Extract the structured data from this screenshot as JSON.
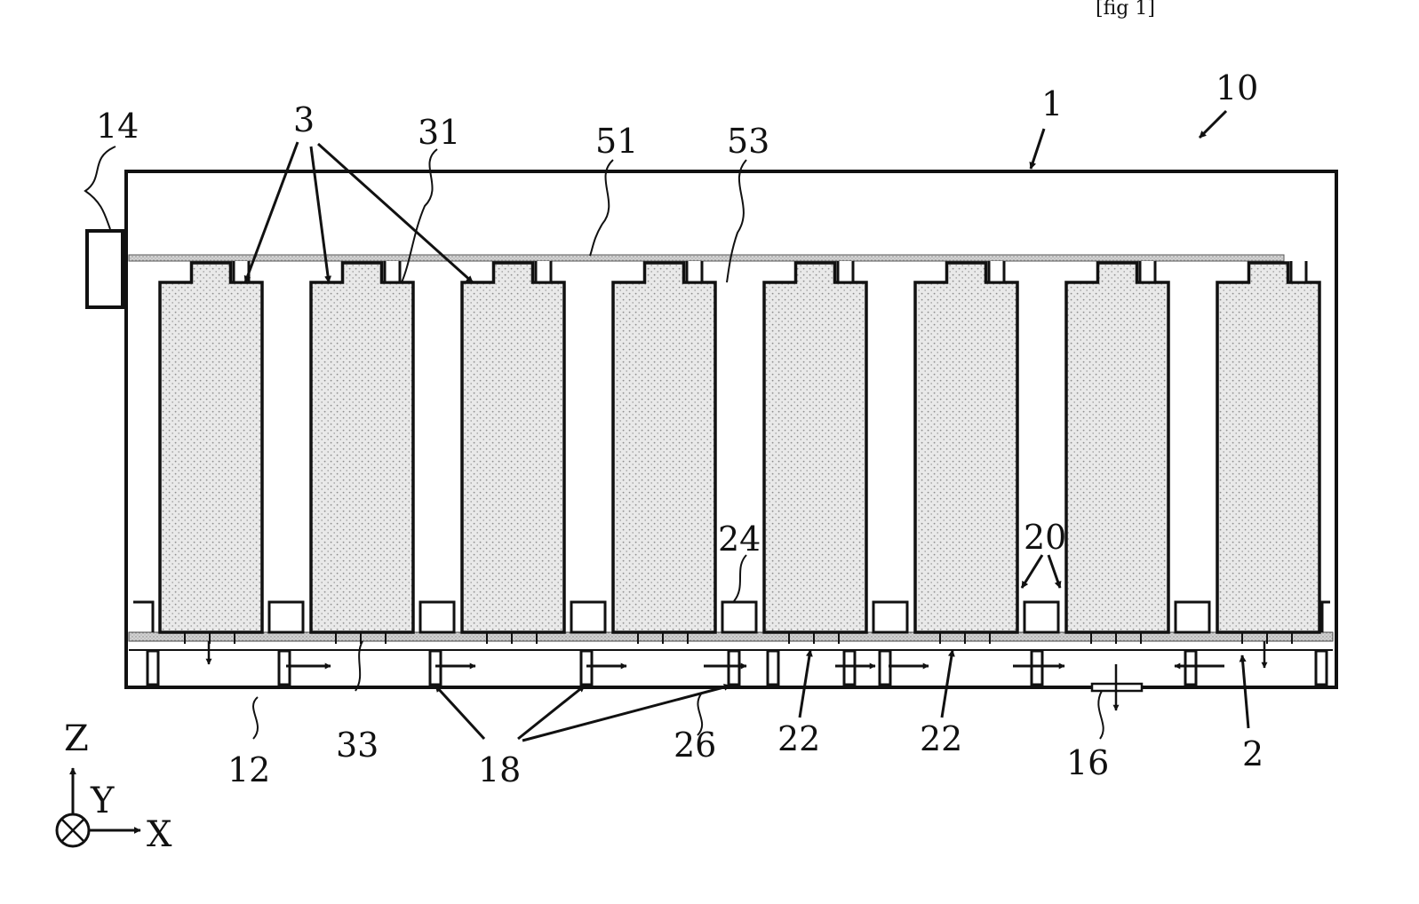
{
  "figure": {
    "caption": "[fig 1]",
    "cell_count": 8
  },
  "labels": {
    "l10": "10",
    "l1": "1",
    "l14": "14",
    "l3": "3",
    "l31": "31",
    "l51": "51",
    "l53": "53",
    "l24": "24",
    "l20": "20",
    "l12": "12",
    "l33": "33",
    "l18": "18",
    "l26": "26",
    "l22a": "22",
    "l22b": "22",
    "l16": "16",
    "l2": "2"
  },
  "axes": {
    "z": "Z",
    "y": "Y",
    "x": "X"
  },
  "colors": {
    "line": "#111111",
    "cell_fill": "#e6e6e6",
    "stipple": "#8c8c8c",
    "plate_fill": "#c4c4c4"
  }
}
